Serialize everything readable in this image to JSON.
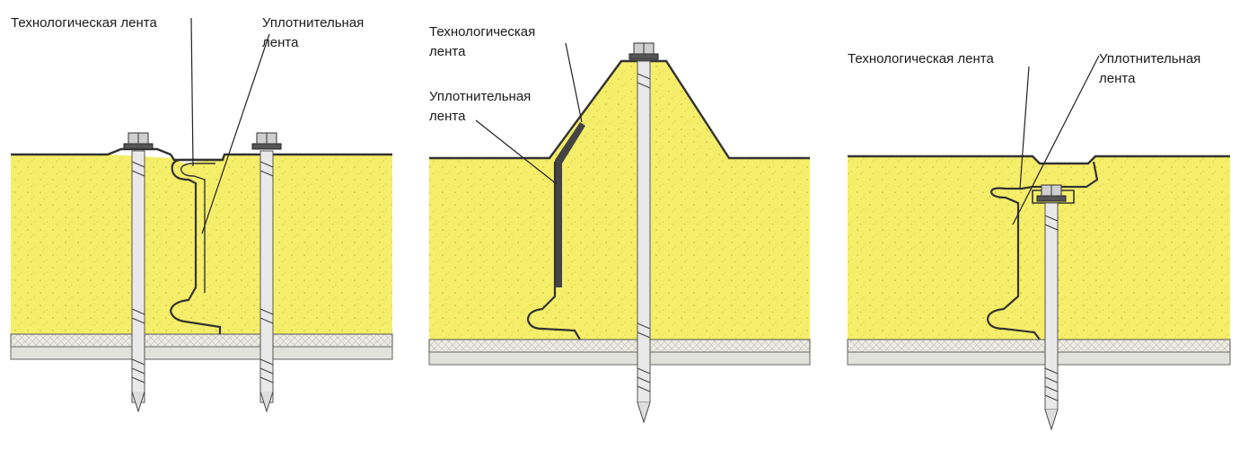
{
  "diagram": {
    "panels": [
      {
        "id": "joint-1",
        "labels": {
          "tech_tape": "Технологическая лента",
          "seal_tape_line1": "Уплотнительная",
          "seal_tape_line2": "лента"
        }
      },
      {
        "id": "joint-2",
        "labels": {
          "tech_tape_line1": "Технологическая",
          "tech_tape_line2": "лента",
          "seal_tape_line1": "Уплотнительная",
          "seal_tape_line2": "лента"
        }
      },
      {
        "id": "joint-3",
        "labels": {
          "tech_tape": "Технологическая лента",
          "seal_tape_line1": "Уплотнительная",
          "seal_tape_line2": "лента"
        }
      }
    ],
    "colors": {
      "foam": "#f5ee6a",
      "foam_dot": "#d9cf3c",
      "metal": "#5a5a5a",
      "liner": "#e9e9e2",
      "screw": "#e4e4e4",
      "leader": "#222222"
    }
  }
}
